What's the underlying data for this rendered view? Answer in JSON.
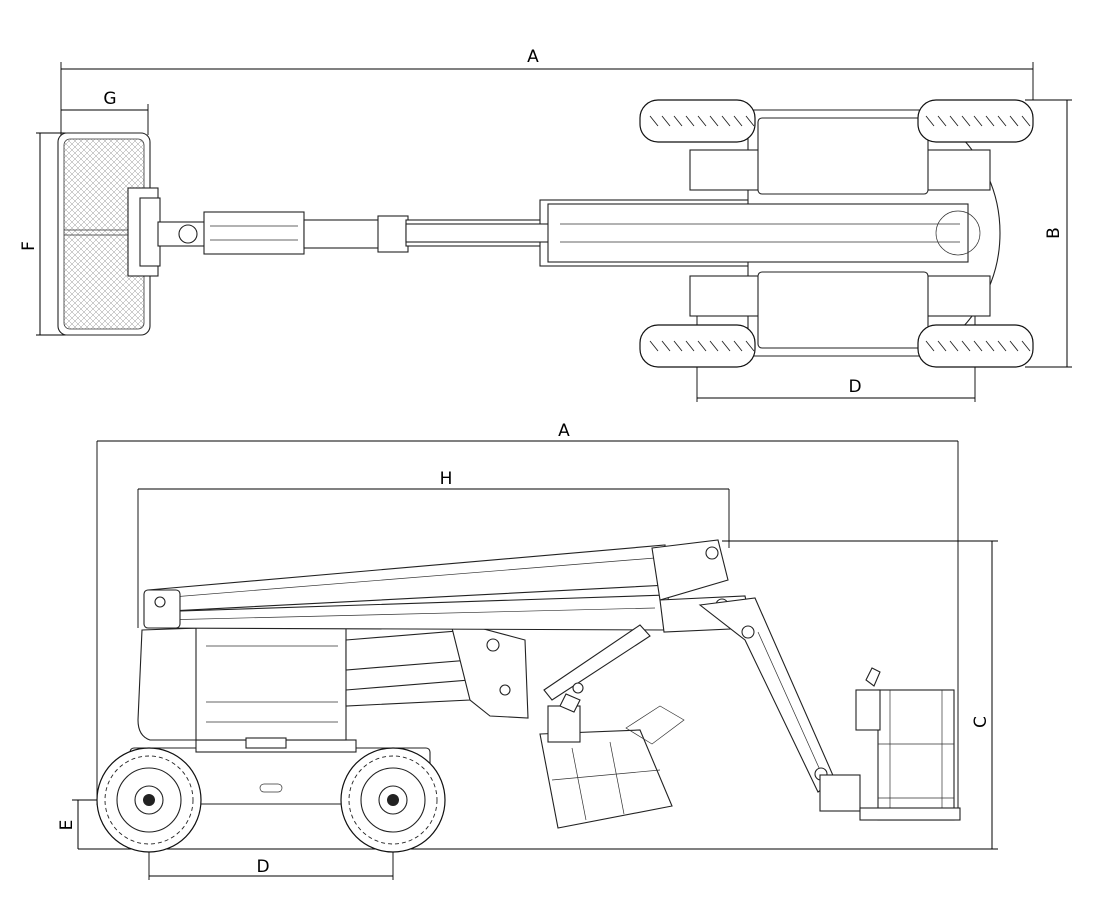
{
  "dimension_labels": {
    "top_overall_length": "A",
    "top_platform_depth": "G",
    "top_platform_width": "F",
    "top_overall_width": "B",
    "top_wheelbase": "D",
    "side_overall_length": "A",
    "side_boom_length": "H",
    "side_stowed_height": "C",
    "side_ground_clearance": "E",
    "side_wheelbase": "D"
  }
}
